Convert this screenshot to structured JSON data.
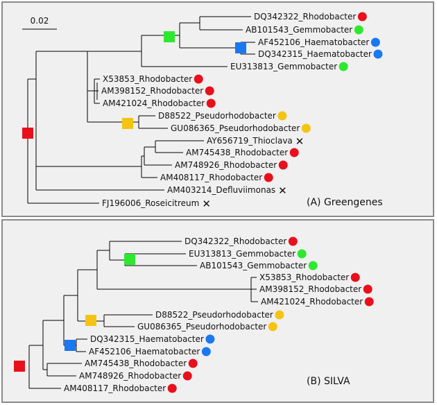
{
  "panel_a": {
    "caption": "(A) Greengenes",
    "scale_label": "0.02",
    "taxa": [
      {
        "label": "DQ342322_Rhodobacter",
        "marker": "red-dot"
      },
      {
        "label": "AB101543_Gemmobacter",
        "marker": "green-dot"
      },
      {
        "label": "AF452106_Haematobacter",
        "marker": "blue-dot"
      },
      {
        "label": "DQ342315_Haematobacter",
        "marker": "blue-dot"
      },
      {
        "label": "EU313813_Gemmobacter",
        "marker": "green-dot"
      },
      {
        "label": "X53853_Rhodobacter",
        "marker": "red-dot"
      },
      {
        "label": "AM398152_Rhodobacter",
        "marker": "red-dot"
      },
      {
        "label": "AM421024_Rhodobacter",
        "marker": "red-dot"
      },
      {
        "label": "D88522_Pseudorhodobacter",
        "marker": "yellow-dot"
      },
      {
        "label": "GU086365_Pseudorhodobacter",
        "marker": "yellow-dot"
      },
      {
        "label": "AY656719_Thioclava",
        "marker": "cross"
      },
      {
        "label": "AM745438_Rhodobacter",
        "marker": "red-dot"
      },
      {
        "label": "AM748926_Rhodobacter",
        "marker": "red-dot"
      },
      {
        "label": "AM408117_Rhodobacter",
        "marker": "red-dot"
      },
      {
        "label": "AM403214_Defluviimonas",
        "marker": "cross"
      },
      {
        "label": "FJ196006_Roseicitreum",
        "marker": "cross"
      }
    ]
  },
  "panel_b": {
    "caption": "(B) SILVA",
    "taxa": [
      {
        "label": "DQ342322_Rhodobacter",
        "marker": "red-dot"
      },
      {
        "label": "EU313813_Gemmobacter",
        "marker": "green-dot"
      },
      {
        "label": "AB101543_Gemmobacter",
        "marker": "green-dot"
      },
      {
        "label": "X53853_Rhodobacter",
        "marker": "red-dot"
      },
      {
        "label": "AM398152_Rhodobacter",
        "marker": "red-dot"
      },
      {
        "label": "AM421024_Rhodobacter",
        "marker": "red-dot"
      },
      {
        "label": "D88522_Pseudorhodobacter",
        "marker": "yellow-dot"
      },
      {
        "label": "GU086365_Pseudorhodobacter",
        "marker": "yellow-dot"
      },
      {
        "label": "DQ342315_Haematobacter",
        "marker": "blue-dot"
      },
      {
        "label": "AF452106_Haematobacter",
        "marker": "blue-dot"
      },
      {
        "label": "AM745438_Rhodobacter",
        "marker": "red-dot"
      },
      {
        "label": "AM748926_Rhodobacter",
        "marker": "red-dot"
      },
      {
        "label": "AM408117_Rhodobacter",
        "marker": "red-dot"
      }
    ]
  },
  "colors": {
    "red": "#e8101c",
    "green": "#2ee830",
    "blue": "#1a78f0",
    "yellow": "#f5c412",
    "line": "#000000",
    "panel_bg": "#f0f0f0",
    "panel_border": "#8a8a8a"
  }
}
